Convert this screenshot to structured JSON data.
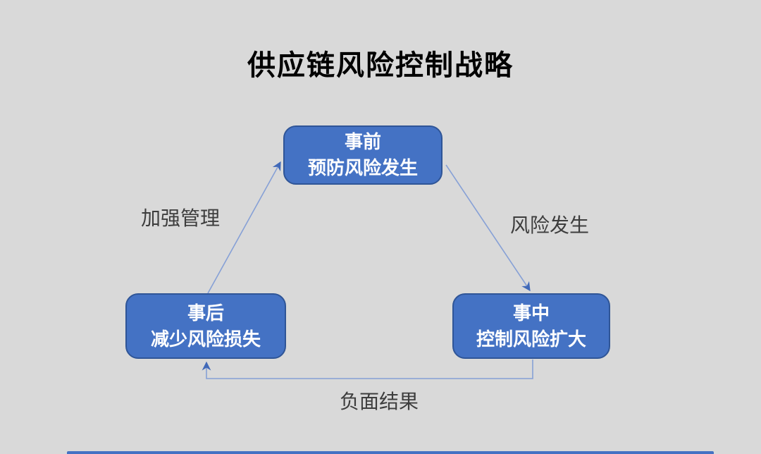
{
  "title": "供应链风险控制战略",
  "colors": {
    "background": "#D9D9D9",
    "box_fill": "#4472C4",
    "box_border": "#2F5597",
    "box_text": "#FFFFFF",
    "arrow_line": "#86A0D6",
    "arrow_head": "#4169B8",
    "label_text": "#3D3D3D",
    "title_text": "#000000"
  },
  "nodes": [
    {
      "id": "before",
      "name": "事前",
      "desc": "预防风险发生"
    },
    {
      "id": "during",
      "name": "事中",
      "desc": "控制风险扩大"
    },
    {
      "id": "after",
      "name": "事后",
      "desc": "减少风险损失"
    }
  ],
  "edges": [
    {
      "from": "before",
      "to": "during",
      "label": "风险发生"
    },
    {
      "from": "during",
      "to": "after",
      "label": "负面结果"
    },
    {
      "from": "after",
      "to": "before",
      "label": "加强管理"
    }
  ]
}
